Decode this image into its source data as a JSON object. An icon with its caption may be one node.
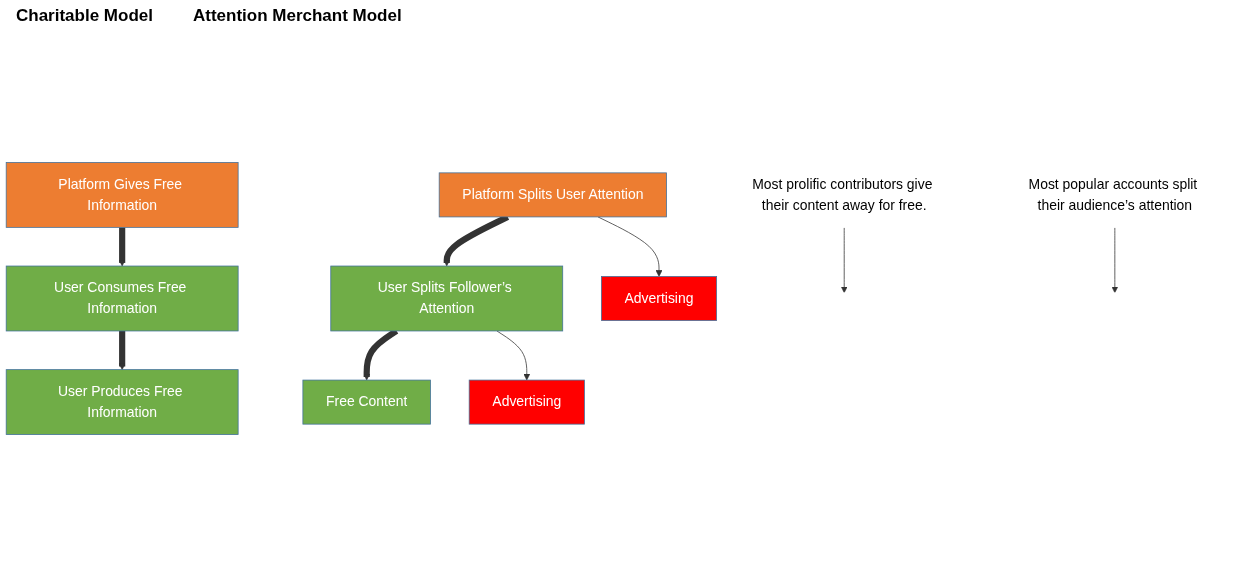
{
  "diagram": {
    "nodes": [
      {
        "text": [
          "Platform Gives Free Information"
        ]
      },
      {
        "text": [
          "User Consumes Free Information"
        ]
      },
      {
        "text": [
          "User Produces Free Information"
        ]
      },
      {
        "text": [
          "Most prolific contributors give their content away for free."
        ]
      },
      {
        "text": [
          "Platform Splits User Attention"
        ]
      },
      {
        "text": [
          "User Splits Follower’s Attention"
        ]
      },
      {
        "text": [
          "Advertising"
        ]
      },
      {
        "text": [
          "Free Content"
        ]
      },
      {
        "text": [
          "Advertising"
        ]
      },
      {
        "text": [
          "Most popular accounts split their audience’s attention"
        ]
      }
    ],
    "edges": [
      {
        "from": 0,
        "to": 1,
        "arrow": "to",
        "style": "thick"
      },
      {
        "from": 1,
        "to": 2,
        "arrow": "to",
        "style": "thick"
      },
      {
        "from": 3,
        "to": null,
        "arrow": "to"
      },
      {
        "from": 4,
        "to": 5,
        "arrow": "to",
        "style": "thick"
      },
      {
        "from": 4,
        "to": 6,
        "arrow": "to"
      },
      {
        "from": 5,
        "to": 7,
        "arrow": "to",
        "style": "thick"
      },
      {
        "from": 5,
        "to": 8,
        "arrow": "to"
      },
      {
        "from": 9,
        "to": null,
        "arrow": "to"
      }
    ],
    "labels": [
      "Charitable Model",
      "Attention Merchant Model"
    ]
  }
}
